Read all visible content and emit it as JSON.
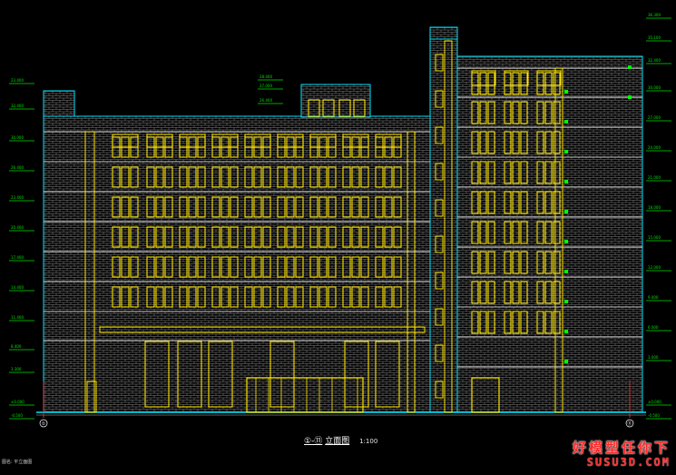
{
  "drawing": {
    "title_prefix": "①-⑪",
    "title_main": "立面图",
    "scale": "1:100",
    "axis_left": "①",
    "axis_right": "⑪"
  },
  "levels_left": [
    "23.400",
    "32.400",
    "30.000",
    "26.400",
    "23.400",
    "20.400",
    "17.400",
    "14.400",
    "11.400",
    "8.400",
    "3.300",
    "±0.000",
    "-0.500"
  ],
  "levels_right": [
    "36.300",
    "35.100",
    "32.400",
    "30.000",
    "27.000",
    "24.000",
    "21.000",
    "18.000",
    "15.000",
    "12.000",
    "9.000",
    "6.000",
    "3.000",
    "±0.000",
    "-0.500"
  ],
  "levels_top": [
    "28.400",
    "27.000",
    "26.400"
  ],
  "watermark": {
    "line1": "好模型任你下",
    "line2": "SUSU3D.COM"
  },
  "corner_note": "图名: 平立面图",
  "colors": {
    "background": "#000000",
    "outline": "#00e5ff",
    "window": "#ffe600",
    "brick": "#8c8c8c",
    "level": "#00e000",
    "green_mark": "#00ff00"
  }
}
